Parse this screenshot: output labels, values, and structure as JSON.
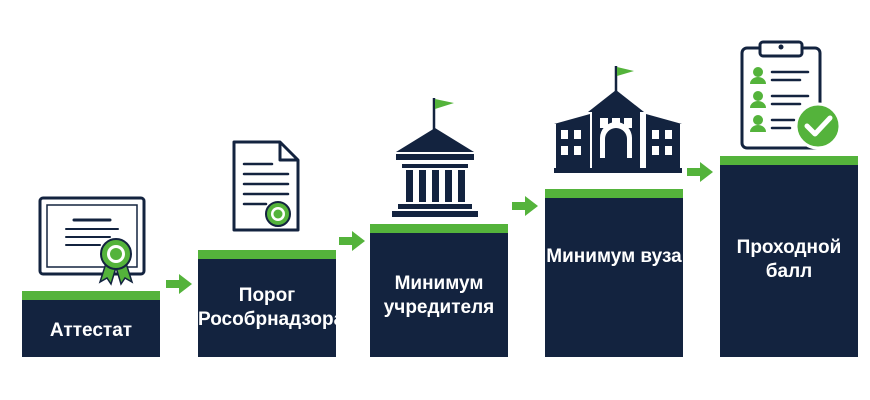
{
  "steps": [
    {
      "label": "Аттестат",
      "icon": "certificate-icon"
    },
    {
      "label": "Порог Рособрнадзора",
      "icon": "document-icon"
    },
    {
      "label": "Минимум учредителя",
      "icon": "ministry-building-icon"
    },
    {
      "label": "Минимум вуза",
      "icon": "university-icon"
    },
    {
      "label": "Проходной балл",
      "icon": "checklist-icon"
    }
  ],
  "colors": {
    "navy": "#13233f",
    "green": "#54b33b",
    "white": "#ffffff"
  }
}
